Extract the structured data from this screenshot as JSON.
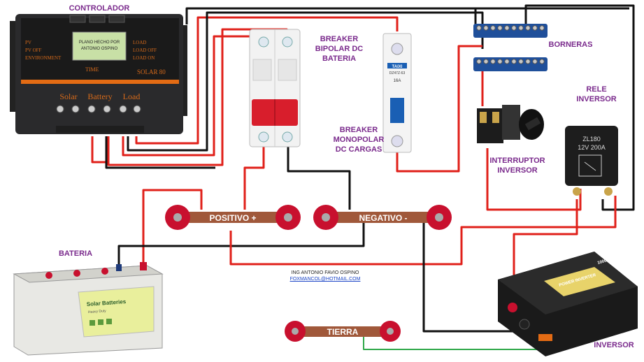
{
  "labels": {
    "controlador": "CONTROLADOR",
    "breaker_bipolar": "BREAKER\nBIPOLAR DC\nBATERIA",
    "borneras": "BORNERAS",
    "rele": "RELE\nINVERSOR",
    "breaker_monopolar": "BREAKER\nMONOPOLAR\nDC CARGAS",
    "interruptor": "INTERRUPTOR\nINVERSOR",
    "bateria": "BATERIA",
    "inversor": "INVERSOR",
    "positivo": "POSITIVO +",
    "negativo": "NEGATIVO  -",
    "tierra": "TIERRA"
  },
  "controller": {
    "lcd_line1": "PLANO HECHO POR",
    "lcd_line2": "ANTONIO OSPINO",
    "pv": "PV",
    "pv_off": "PV OFF",
    "environment": "ENVIRONMENT",
    "load": "LOAD",
    "load_off": "LOAD OFF",
    "load_on": "LOAD ON",
    "time": "TIME",
    "model": "SOLAR 80",
    "t_solar": "Solar",
    "t_battery": "Battery",
    "t_load": "Load"
  },
  "relay": {
    "model": "ZL180",
    "rating": "12V 200A"
  },
  "breaker_mono": {
    "brand": "TAIXI",
    "model": "DZ47Z-63",
    "rating": "16A"
  },
  "battery_text": {
    "brand": "Solar Batteries",
    "sub": "Heavy Duty"
  },
  "inverter_text": {
    "brand": "POWER INVERTER",
    "watts": "1000W"
  },
  "credit": {
    "author": "ING ANTONIO FAVIO OSPINO",
    "email": "FOXMANCOL@HOTMAIL.COM"
  },
  "colors": {
    "label": "#7a2a8c",
    "positive_wire": "#e0201a",
    "negative_wire": "#111111",
    "ground_wire": "#2fa84a",
    "copper": "#a0583a",
    "terminal_red": "#c8102e",
    "bornera_blue": "#1f4f9a"
  }
}
